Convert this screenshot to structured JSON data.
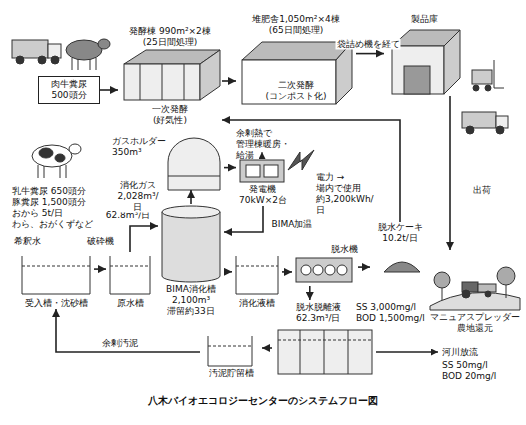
{
  "diagram": {
    "caption": "八木バイオエコロジーセンターのシステムフロー図",
    "nodes": [
      {
        "text": [
          "肉牛糞尿 500頭分"
        ]
      },
      {
        "text": [
          "発酵棟 990m²×2棟 (25日間処理)",
          "一次発酵 (好気性)"
        ]
      },
      {
        "text": [
          "堆肥舎1,050m²×4棟 (65日間処理)",
          "二次発酵 (コンポスト化)"
        ]
      },
      {
        "text": [
          "製品庫"
        ]
      },
      {
        "text": [
          "ガスホルダー 350m³"
        ]
      },
      {
        "text": [
          "発電機 70kW×2台"
        ]
      },
      {
        "text": [
          "受入槽・沈砂槽"
        ]
      },
      {
        "text": [
          "原水槽"
        ]
      },
      {
        "text": [
          "BIMA消化槽 2,100m³ 滞留約33日"
        ]
      },
      {
        "text": [
          "消化液槽"
        ]
      },
      {
        "text": [
          "脱水機"
        ]
      },
      {
        "text": [
          "脱水ケーキ 10.2t/日"
        ]
      },
      {
        "text": [
          "マニュアスプレッダー 農地還元"
        ]
      },
      {
        "text": [
          "SS 3,000mg/l BOD 1,500mg/l"
        ]
      },
      {
        "text": [
          "汚泥貯留槽"
        ]
      }
    ],
    "edges": [
      {
        "from": 0,
        "to": 1,
        "arrow": "to"
      },
      {
        "from": 1,
        "to": 2,
        "arrow": "to"
      },
      {
        "from": 2,
        "to": 3,
        "arrow": "to",
        "label": "袋詰め機を経て"
      },
      {
        "from": 3,
        "to": 12,
        "arrow": "to",
        "label": "出荷"
      },
      {
        "from": 6,
        "to": 7,
        "arrow": "to",
        "label": "破砕機"
      },
      {
        "from": 7,
        "to": 8,
        "arrow": "to",
        "label": "62.8m³/日"
      },
      {
        "from": 8,
        "to": 4,
        "arrow": "to",
        "label": "消化ガス 2,028m³/日"
      },
      {
        "from": 4,
        "to": 5,
        "arrow": "to"
      },
      {
        "from": 5,
        "to": 8,
        "arrow": "to",
        "label": "BIMA加温"
      },
      {
        "from": 8,
        "to": 9,
        "arrow": "to"
      },
      {
        "from": 9,
        "to": 10,
        "arrow": "to"
      },
      {
        "from": 10,
        "to": 11,
        "arrow": "to"
      },
      {
        "from": 11,
        "to": 1,
        "arrow": "to"
      },
      {
        "from": 10,
        "to": 13,
        "arrow": "to"
      },
      {
        "from": 13,
        "to": 14,
        "arrow": "to"
      },
      {
        "from": 14,
        "to": 6,
        "arrow": "to",
        "label": "余剰汚泥"
      }
    ],
    "labels": [
      "乳牛糞尿 650頭分",
      "豚糞尿 1,500頭分",
      "おから 5t/日",
      "わら、おがくずなど",
      "希釈水",
      "余剰熱で 管理棟暖房・給湯",
      "電力 →場内で使用 約3,200kWh/日",
      "脱水脱離液 62.3m³/日",
      "河川放流",
      "SS 50mg/l BOD 20mg/l"
    ]
  }
}
